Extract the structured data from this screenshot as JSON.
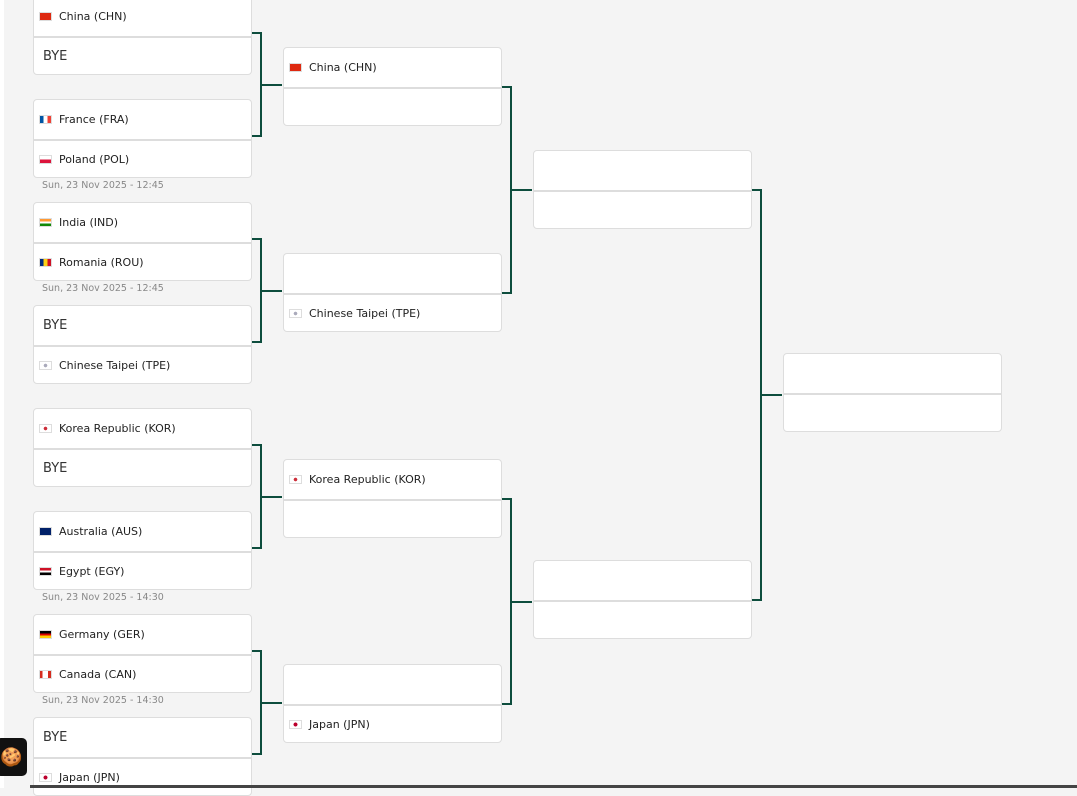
{
  "round1": [
    {
      "slots": [
        {
          "name": "China (CHN)",
          "flag": "chn"
        },
        {
          "name": "BYE",
          "flag": ""
        }
      ],
      "date": ""
    },
    {
      "slots": [
        {
          "name": "France (FRA)",
          "flag": "fra"
        },
        {
          "name": "Poland (POL)",
          "flag": "pol"
        }
      ],
      "date": "Sun, 23 Nov 2025 - 12:45"
    },
    {
      "slots": [
        {
          "name": "India (IND)",
          "flag": "ind"
        },
        {
          "name": "Romania (ROU)",
          "flag": "rou"
        }
      ],
      "date": "Sun, 23 Nov 2025 - 12:45"
    },
    {
      "slots": [
        {
          "name": "BYE",
          "flag": ""
        },
        {
          "name": "Chinese Taipei (TPE)",
          "flag": "tpe"
        }
      ],
      "date": ""
    },
    {
      "slots": [
        {
          "name": "Korea Republic (KOR)",
          "flag": "kor"
        },
        {
          "name": "BYE",
          "flag": ""
        }
      ],
      "date": ""
    },
    {
      "slots": [
        {
          "name": "Australia (AUS)",
          "flag": "aus"
        },
        {
          "name": "Egypt (EGY)",
          "flag": "egy"
        }
      ],
      "date": "Sun, 23 Nov 2025 - 14:30"
    },
    {
      "slots": [
        {
          "name": "Germany (GER)",
          "flag": "ger"
        },
        {
          "name": "Canada (CAN)",
          "flag": "can"
        }
      ],
      "date": "Sun, 23 Nov 2025 - 14:30"
    },
    {
      "slots": [
        {
          "name": "BYE",
          "flag": ""
        },
        {
          "name": "Japan (JPN)",
          "flag": "jpn"
        }
      ],
      "date": ""
    }
  ],
  "round2": [
    {
      "slots": [
        {
          "name": "China (CHN)",
          "flag": "chn"
        },
        {
          "name": "",
          "flag": ""
        }
      ]
    },
    {
      "slots": [
        {
          "name": "",
          "flag": ""
        },
        {
          "name": "Chinese Taipei (TPE)",
          "flag": "tpe"
        }
      ]
    },
    {
      "slots": [
        {
          "name": "Korea Republic (KOR)",
          "flag": "kor"
        },
        {
          "name": "",
          "flag": ""
        }
      ]
    },
    {
      "slots": [
        {
          "name": "",
          "flag": ""
        },
        {
          "name": "Japan (JPN)",
          "flag": "jpn"
        }
      ]
    }
  ],
  "round3": [
    {
      "slots": [
        {
          "name": "",
          "flag": ""
        },
        {
          "name": "",
          "flag": ""
        }
      ]
    },
    {
      "slots": [
        {
          "name": "",
          "flag": ""
        },
        {
          "name": "",
          "flag": ""
        }
      ]
    }
  ],
  "final": [
    {
      "slots": [
        {
          "name": "",
          "flag": ""
        },
        {
          "name": "",
          "flag": ""
        }
      ]
    }
  ],
  "colors": {
    "connector": "#0d4d3d",
    "background": "#f4f4f4"
  },
  "cookie_button": {
    "icon": "cookie-icon"
  }
}
